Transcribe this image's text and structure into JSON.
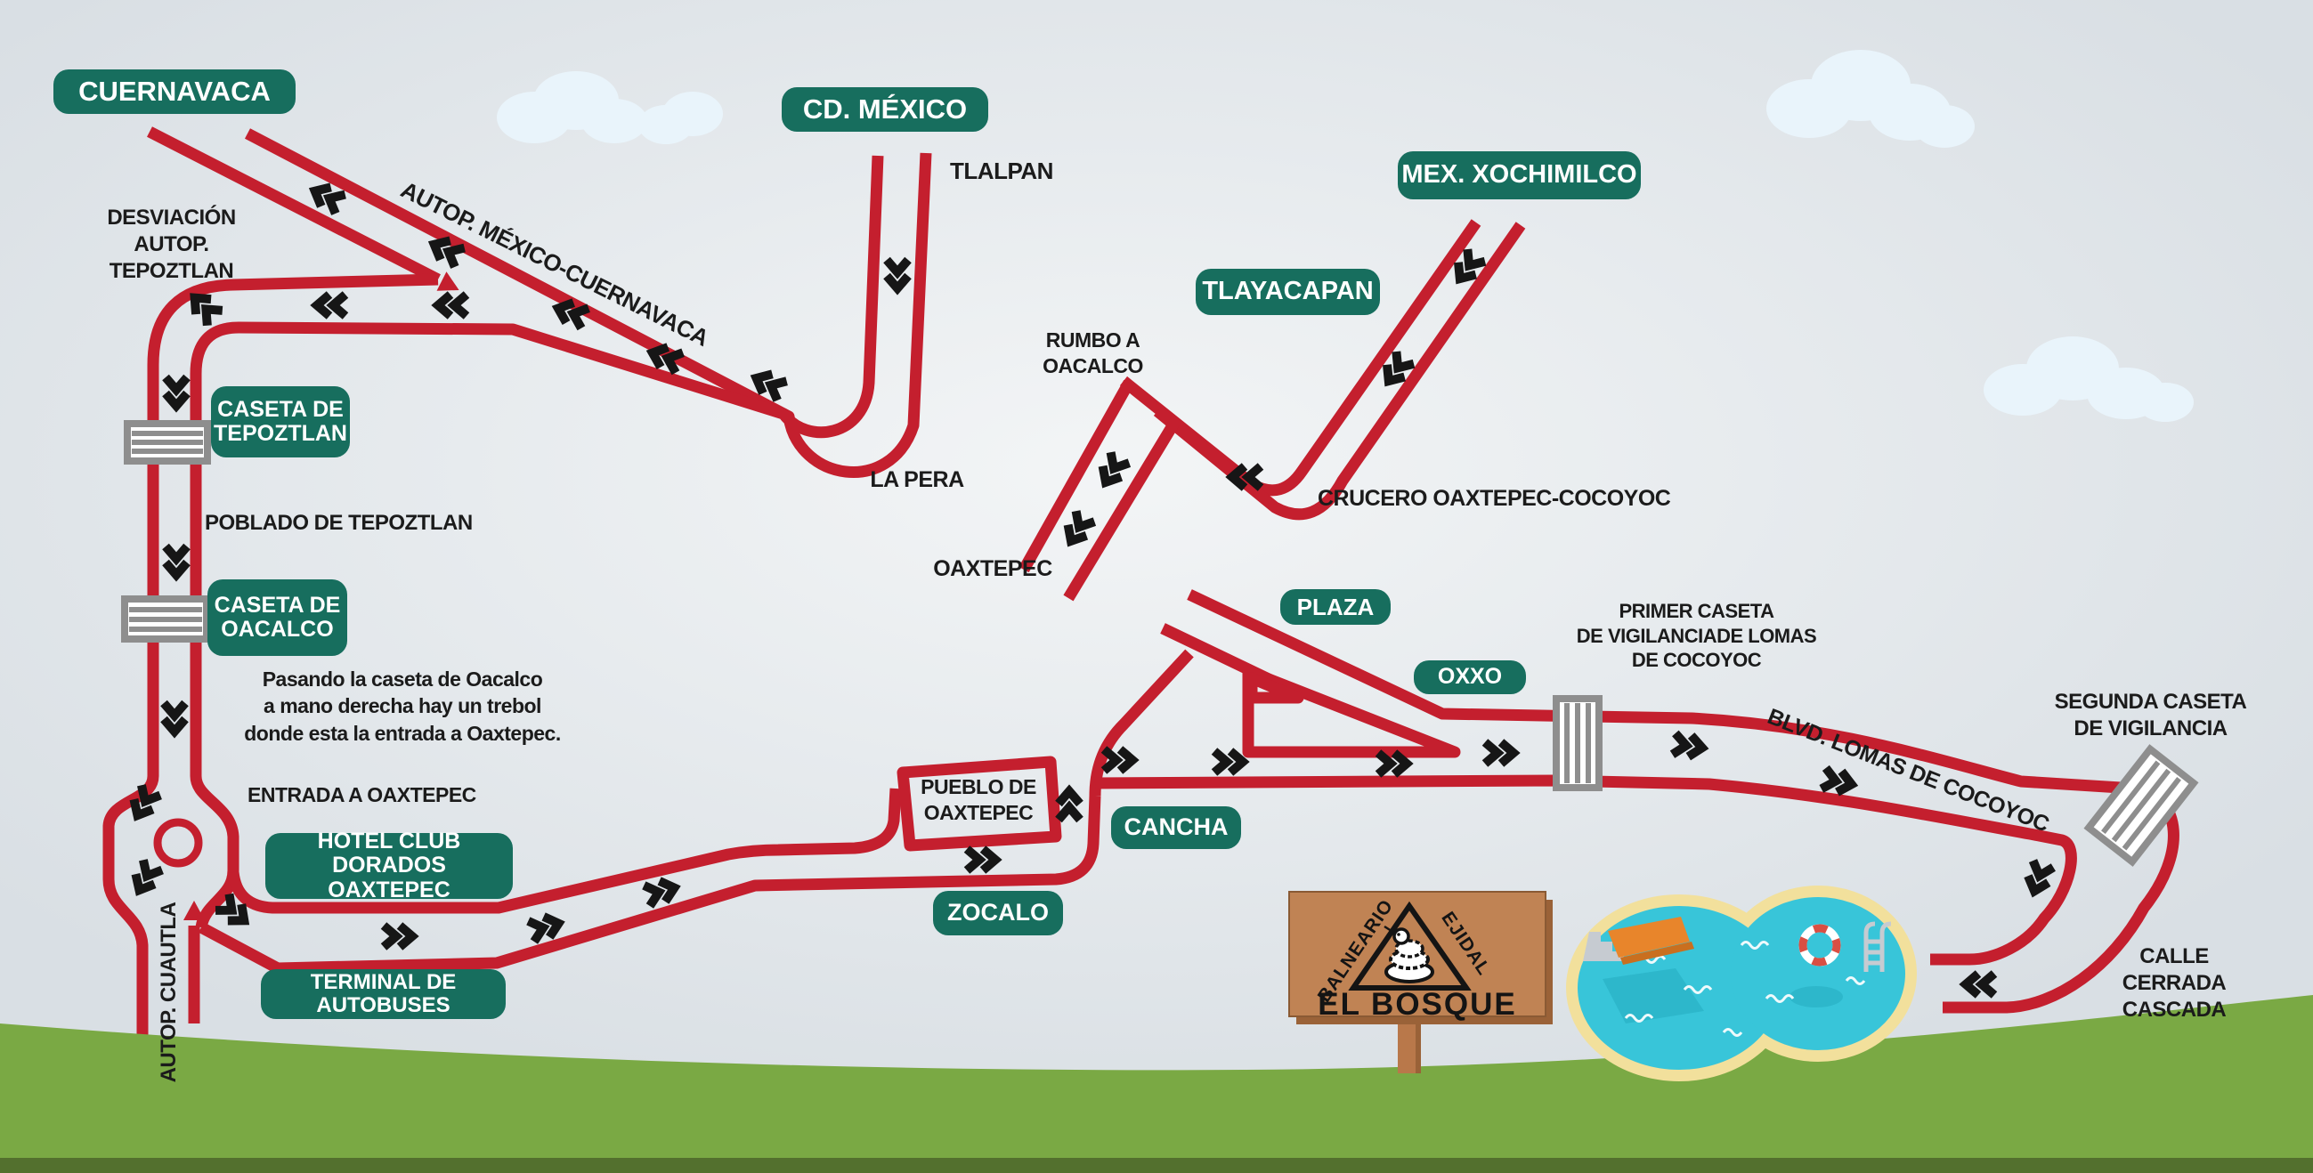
{
  "colors": {
    "road": "#c41f2e",
    "pill_bg": "#176e5e",
    "pill_text": "#ffffff",
    "text_dark": "#1b1b1b",
    "grass": "#7aa944",
    "grass_dark": "#53702e",
    "cloud": "#e9f4fb",
    "booth_gray": "#8e8e8e",
    "pool_water": "#38c5d9",
    "pool_rim": "#f2e09c",
    "sign_board": "#c08354",
    "diving_board": "#e8852b",
    "life_ring_red": "#d94f43"
  },
  "pills": {
    "cuernavaca": "CUERNAVACA",
    "cd_mexico": "CD. MÉXICO",
    "mex_xochimilco": "MEX. XOCHIMILCO",
    "tlayacapan": "TLAYACAPAN",
    "caseta_tepoztlan": "CASETA DE\nTEPOZTLAN",
    "caseta_oacalco": "CASETA DE\nOACALCO",
    "hotel_club": "HOTEL CLUB DORADOS\nOAXTEPEC",
    "terminal": "TERMINAL DE AUTOBUSES",
    "plaza": "PLAZA",
    "oxxo": "OXXO",
    "cancha": "CANCHA",
    "zocalo": "ZOCALO"
  },
  "places": {
    "tlalpan": "TLALPAN",
    "desviacion": "DESVIACIÓN\nAUTOP. TEPOZTLAN",
    "autop_mexico_cuernavaca": "AUTOP. MÉXICO-CUERNAVACA",
    "poblado_tepoztlan": "POBLADO DE TEPOZTLAN",
    "nota_oacalco": "Pasando la caseta de Oacalco\na mano derecha hay un trebol\ndonde esta la entrada a Oaxtepec.",
    "entrada_oaxtepec": "ENTRADA A OAXTEPEC",
    "autop_cuautla": "AUTOP. CUAUTLA",
    "la_pera": "LA PERA",
    "oaxtepec": "OAXTEPEC",
    "rumbo_oacalco": "RUMBO A\nOACALCO",
    "crucero": "CRUCERO OAXTEPEC-COCOYOC",
    "pueblo_oaxtepec": "PUEBLO DE\nOAXTEPEC",
    "primer_caseta": "PRIMER CASETA\nDE VIGILANCIADE LOMAS\nDE COCOYOC",
    "blvd_lomas": "BLVD. LOMAS DE COCOYOC",
    "segunda_caseta": "SEGUNDA CASETA\nDE VIGILANCIA",
    "calle_cascada": "CALLE\nCERRADA CASCADA"
  },
  "sign": {
    "line_left": "BALNEARIO",
    "line_right": "EJIDAL",
    "title": "EL BOSQUE"
  }
}
